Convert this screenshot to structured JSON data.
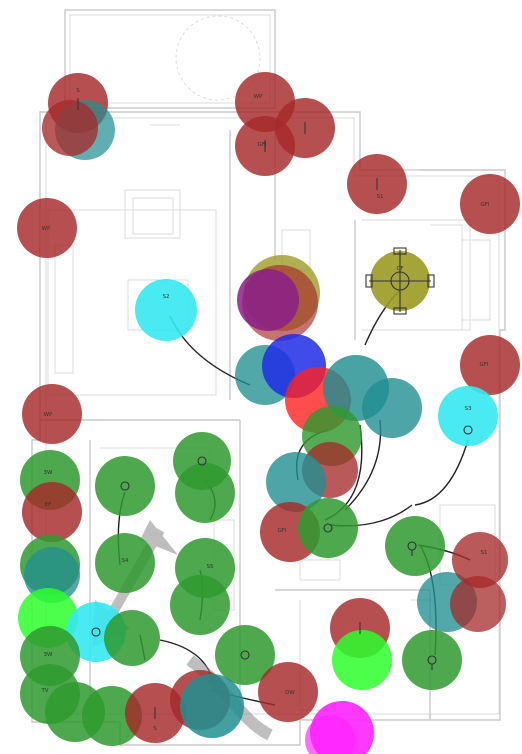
{
  "plan_title": "",
  "marker_colors": {
    "red": "#a62a2a",
    "green": "#2f9a2f",
    "teal": "#218f91",
    "cyan": "#35e8ef",
    "olive": "#9a9a22",
    "purple": "#8a1e8a",
    "blue": "#1f2de6",
    "bright_red": "#ff1f1f",
    "lime": "#2cff2c",
    "magenta": "#ff22ff"
  },
  "labels": {
    "fixture_a": "S",
    "fixture_b": "S1",
    "fixture_c": "S2",
    "fixture_d": "S3",
    "fixture_e": "S4",
    "fixture_f": "S5",
    "fixture_g": "EF",
    "fixture_h": "GFI",
    "fixture_i": "3W",
    "fixture_j": "WP",
    "fixture_k": "TV",
    "fixture_l": "DW",
    "fixture_m": "CF"
  }
}
